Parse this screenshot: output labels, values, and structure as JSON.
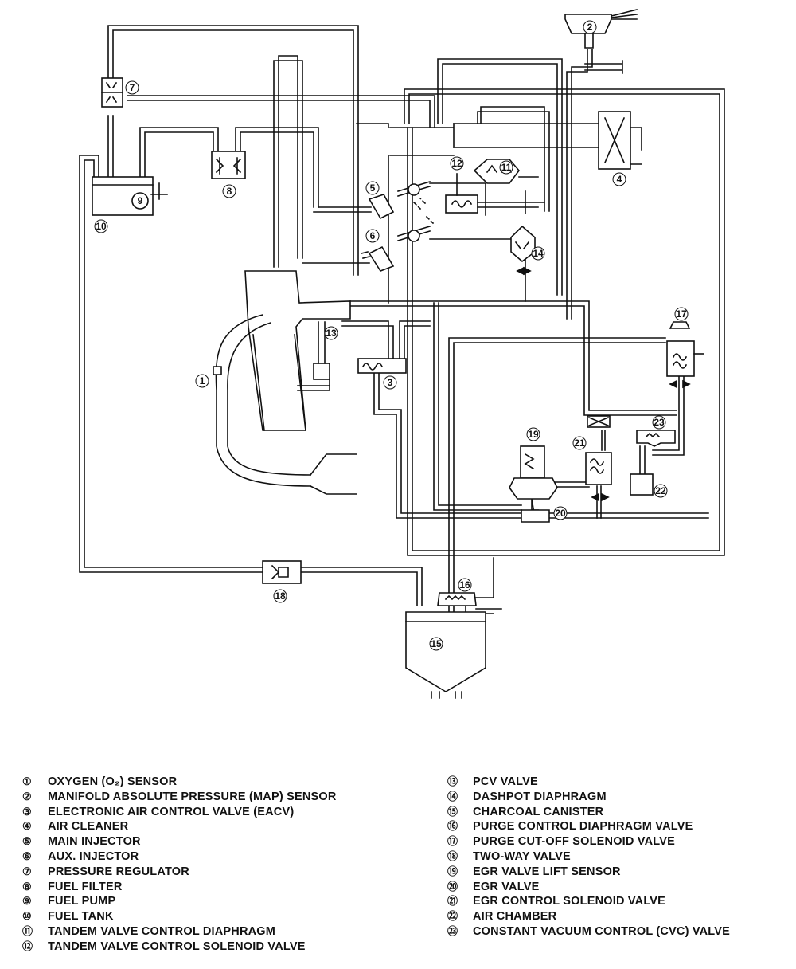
{
  "diagram": {
    "callouts": [
      {
        "id": "c1",
        "number": "1"
      },
      {
        "id": "c2",
        "number": "2"
      },
      {
        "id": "c3",
        "number": "3"
      },
      {
        "id": "c4",
        "number": "4"
      },
      {
        "id": "c5",
        "number": "5"
      },
      {
        "id": "c6",
        "number": "6"
      },
      {
        "id": "c7",
        "number": "7"
      },
      {
        "id": "c8",
        "number": "8"
      },
      {
        "id": "c9",
        "number": "9"
      },
      {
        "id": "c10",
        "number": "10"
      },
      {
        "id": "c11",
        "number": "11"
      },
      {
        "id": "c12",
        "number": "12"
      },
      {
        "id": "c13",
        "number": "13"
      },
      {
        "id": "c14",
        "number": "14"
      },
      {
        "id": "c15",
        "number": "15"
      },
      {
        "id": "c16",
        "number": "16"
      },
      {
        "id": "c17",
        "number": "17"
      },
      {
        "id": "c18",
        "number": "18"
      },
      {
        "id": "c19",
        "number": "19"
      },
      {
        "id": "c20",
        "number": "20"
      },
      {
        "id": "c21",
        "number": "21"
      },
      {
        "id": "c22",
        "number": "22"
      },
      {
        "id": "c23",
        "number": "23"
      }
    ]
  },
  "legend": {
    "left": [
      {
        "num": "①",
        "text": "OXYGEN (O₂) SENSOR"
      },
      {
        "num": "②",
        "text": "MANIFOLD ABSOLUTE PRESSURE (MAP) SENSOR"
      },
      {
        "num": "③",
        "text": "ELECTRONIC AIR CONTROL VALVE (EACV)"
      },
      {
        "num": "④",
        "text": "AIR CLEANER"
      },
      {
        "num": "⑤",
        "text": "MAIN INJECTOR"
      },
      {
        "num": "⑥",
        "text": "AUX. INJECTOR"
      },
      {
        "num": "⑦",
        "text": "PRESSURE REGULATOR"
      },
      {
        "num": "⑧",
        "text": "FUEL FILTER"
      },
      {
        "num": "⑨",
        "text": "FUEL PUMP"
      },
      {
        "num": "⑩",
        "text": "FUEL TANK"
      },
      {
        "num": "⑪",
        "text": "TANDEM VALVE CONTROL DIAPHRAGM"
      },
      {
        "num": "⑫",
        "text": "TANDEM VALVE CONTROL SOLENOID VALVE"
      }
    ],
    "right": [
      {
        "num": "⑬",
        "text": "PCV  VALVE"
      },
      {
        "num": "⑭",
        "text": "DASHPOT DIAPHRAGM"
      },
      {
        "num": "⑮",
        "text": "CHARCOAL CANISTER"
      },
      {
        "num": "⑯",
        "text": "PURGE CONTROL DIAPHRAGM VALVE"
      },
      {
        "num": "⑰",
        "text": "PURGE CUT-OFF SOLENOID VALVE"
      },
      {
        "num": "⑱",
        "text": "TWO-WAY VALVE"
      },
      {
        "num": "⑲",
        "text": "EGR VALVE LIFT SENSOR"
      },
      {
        "num": "⑳",
        "text": "EGR VALVE"
      },
      {
        "num": "㉑",
        "text": "EGR CONTROL SOLENOID VALVE"
      },
      {
        "num": "㉒",
        "text": "AIR CHAMBER"
      },
      {
        "num": "㉓",
        "text": "CONSTANT VACUUM CONTROL (CVC) VALVE"
      }
    ]
  }
}
